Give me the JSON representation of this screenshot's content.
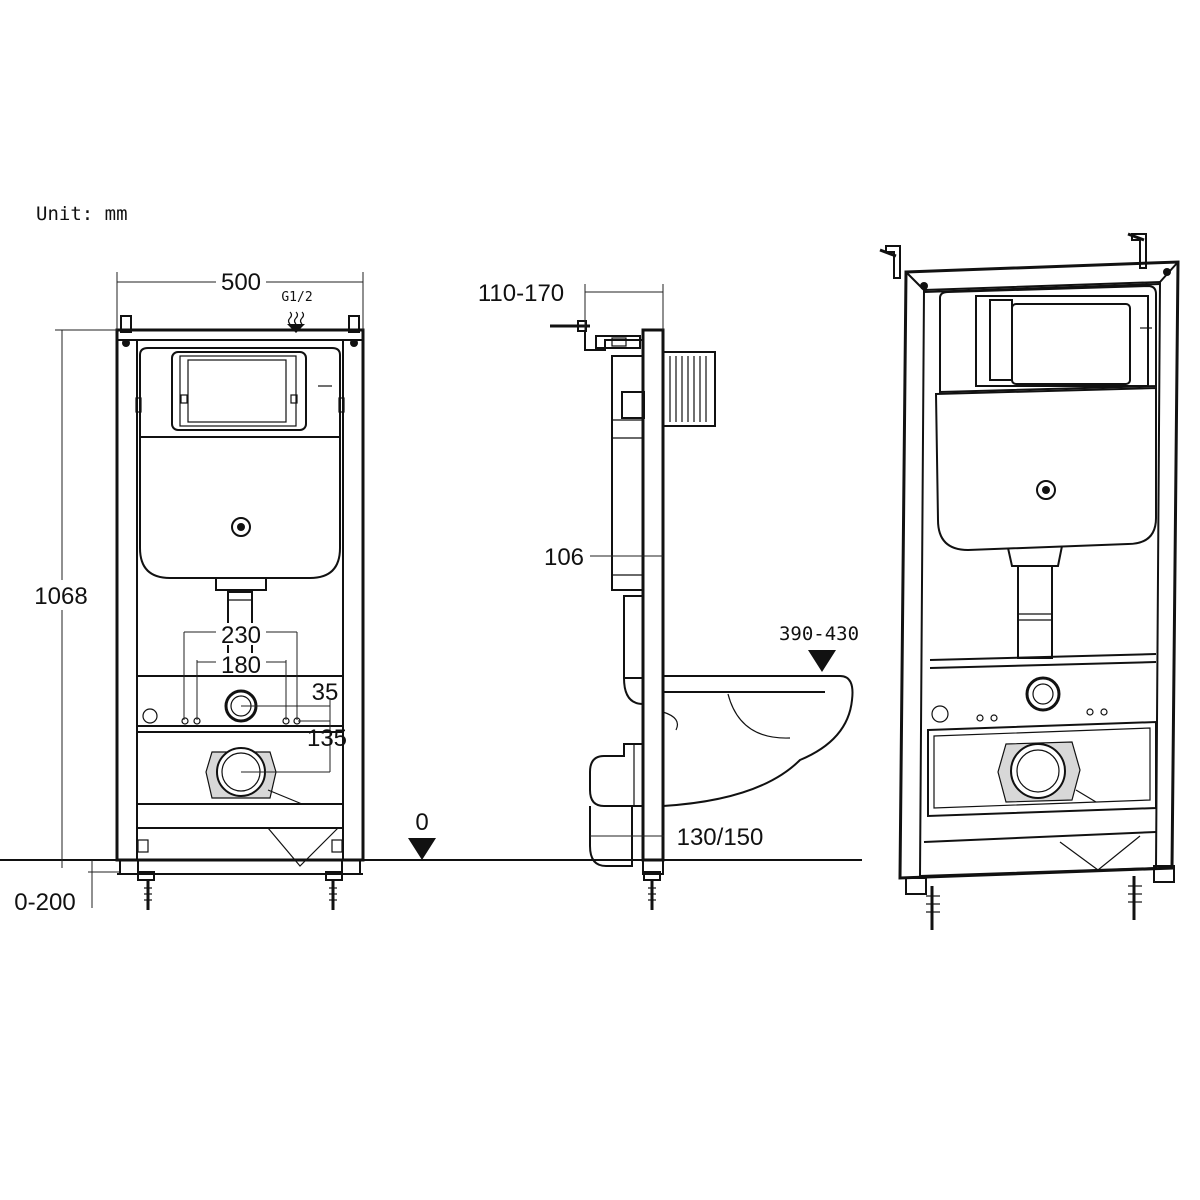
{
  "unit_label": "Unit: mm",
  "front_view": {
    "width_label": "500",
    "inlet_label": "G1/2",
    "height_label": "1068",
    "spacing_outer_label": "230",
    "spacing_inner_label": "180",
    "offset_35_label": "35",
    "offset_135_label": "135",
    "adjust_label": "0-200"
  },
  "side_view": {
    "depth_label": "110-170",
    "frame_label": "106",
    "bowl_height_label": "390-430",
    "floor_level_label": "0",
    "outlet_label": "130/150"
  }
}
